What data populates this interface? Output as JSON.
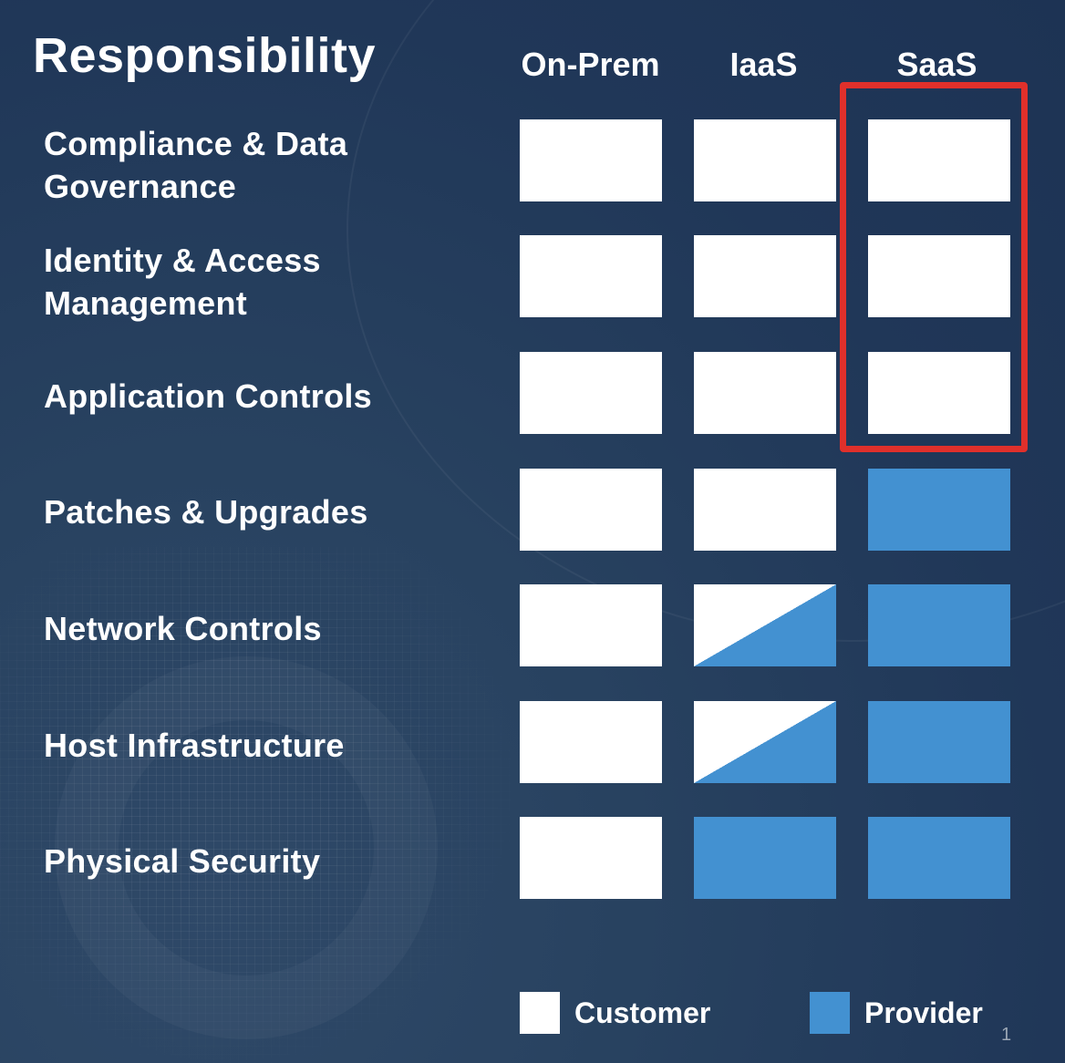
{
  "title": "Responsibility",
  "columns": [
    "On-Prem",
    "IaaS",
    "SaaS"
  ],
  "rows": [
    {
      "label_lines": [
        "Compliance & Data",
        "Governance"
      ],
      "cells": [
        "customer",
        "customer",
        "customer"
      ]
    },
    {
      "label_lines": [
        "Identity & Access",
        "Management"
      ],
      "cells": [
        "customer",
        "customer",
        "customer"
      ]
    },
    {
      "label_lines": [
        "Application Controls"
      ],
      "cells": [
        "customer",
        "customer",
        "customer"
      ]
    },
    {
      "label_lines": [
        "Patches & Upgrades"
      ],
      "cells": [
        "customer",
        "customer",
        "provider"
      ]
    },
    {
      "label_lines": [
        "Network Controls"
      ],
      "cells": [
        "customer",
        "shared",
        "provider"
      ]
    },
    {
      "label_lines": [
        "Host Infrastructure"
      ],
      "cells": [
        "customer",
        "shared",
        "provider"
      ]
    },
    {
      "label_lines": [
        "Physical Security"
      ],
      "cells": [
        "customer",
        "provider",
        "provider"
      ]
    }
  ],
  "highlight": {
    "column": "SaaS",
    "rows": [
      "Compliance & Data Governance",
      "Identity & Access Management",
      "Application Controls"
    ],
    "color": "#e0302b"
  },
  "legend": {
    "customer": "Customer",
    "provider": "Provider"
  },
  "colors": {
    "background": "#223a5c",
    "customer": "#ffffff",
    "provider": "#4391d1"
  },
  "page_number": "1"
}
